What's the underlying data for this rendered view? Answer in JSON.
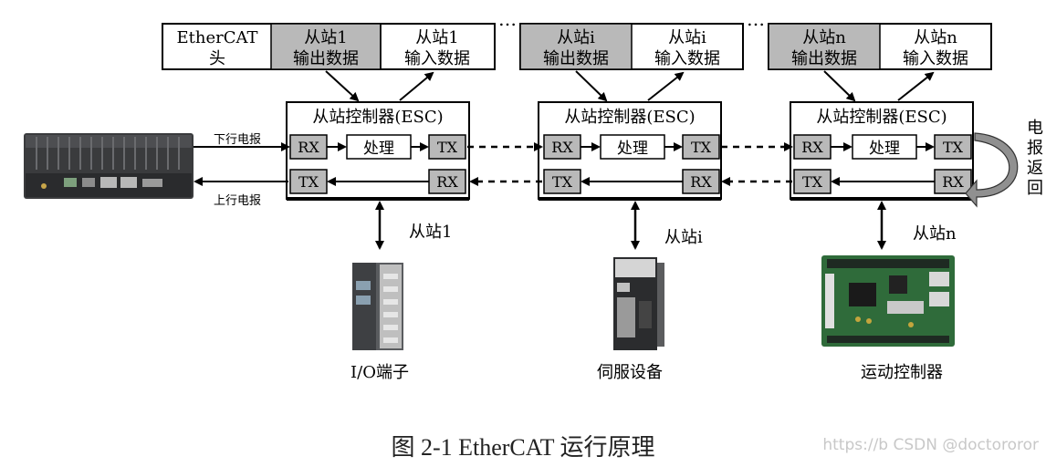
{
  "frame": {
    "header_line1": "EtherCAT",
    "header_line2": "头",
    "cells": [
      {
        "line1": "从站1",
        "line2": "输出数据"
      },
      {
        "line1": "从站1",
        "line2": "输入数据"
      },
      {
        "line1": "从站i",
        "line2": "输出数据"
      },
      {
        "line1": "从站i",
        "line2": "输入数据"
      },
      {
        "line1": "从站n",
        "line2": "输出数据"
      },
      {
        "line1": "从站n",
        "line2": "输入数据"
      }
    ]
  },
  "esc": {
    "title": "从站控制器(ESC)",
    "rx": "RX",
    "tx": "TX",
    "process": "处理"
  },
  "labels": {
    "downlink": "下行电报",
    "uplink": "上行电报",
    "return": [
      "电",
      "报",
      "返",
      "回"
    ]
  },
  "slaves": [
    {
      "name": "从站1",
      "device": "I/O端子"
    },
    {
      "name": "从站i",
      "device": "伺服设备"
    },
    {
      "name": "从站n",
      "device": "运动控制器"
    }
  ],
  "caption": "图 2-1 EtherCAT 运行原理",
  "watermark": "https://b CSDN @doctororor"
}
